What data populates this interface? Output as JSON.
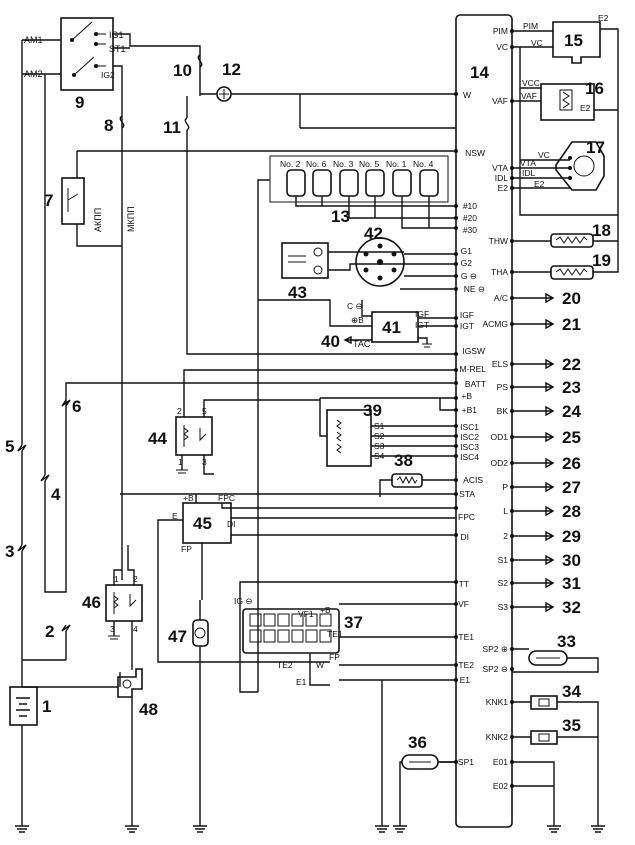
{
  "relay_am": {
    "am1": "AM1",
    "am2": "AM2",
    "ig1": "IG1",
    "st1": "ST1",
    "ig2": "IG2"
  },
  "callouts": {
    "n1": "1",
    "n2": "2",
    "n3": "3",
    "n4": "4",
    "n5": "5",
    "n6": "6",
    "n7": "7",
    "n8": "8",
    "n9": "9",
    "n10": "10",
    "n11": "11",
    "n12": "12",
    "n13": "13",
    "n14": "14",
    "n15": "15",
    "n16": "16",
    "n17": "17",
    "n18": "18",
    "n19": "19",
    "n20": "20",
    "n21": "21",
    "n22": "22",
    "n23": "23",
    "n24": "24",
    "n25": "25",
    "n26": "26",
    "n27": "27",
    "n28": "28",
    "n29": "29",
    "n30": "30",
    "n31": "31",
    "n32": "32",
    "n33": "33",
    "n34": "34",
    "n35": "35",
    "n36": "36",
    "n37": "37",
    "n38": "38",
    "n39": "39",
    "n40": "40",
    "n41": "41",
    "n42": "42",
    "n43": "43",
    "n44": "44",
    "n45": "45",
    "n46": "46",
    "n47": "47",
    "n48": "48"
  },
  "transmission": {
    "akpp": "АКПП",
    "mkpp": "МКПП"
  },
  "injectors": [
    "No. 2",
    "No. 6",
    "No. 3",
    "No. 5",
    "No. 1",
    "No. 4"
  ],
  "ecu_left_pins": [
    "W",
    "NSW",
    "#10",
    "#20",
    "#30",
    "G1",
    "G2",
    "G ⊖",
    "NE ⊖",
    "IGF",
    "IGT",
    "IGSW",
    "M-REL",
    "BATT",
    "+B",
    "+B1",
    "ISC1",
    "ISC2",
    "ISC3",
    "ISC4",
    "ACIS",
    "STA",
    "FPC",
    "DI",
    "TT",
    "VF",
    "TE1",
    "TE2",
    "E1",
    "SP1"
  ],
  "ecu_right_pins": [
    "PIM",
    "VC",
    "VAF",
    "VTA",
    "IDL",
    "E2",
    "THW",
    "THA",
    "A/C",
    "ACMG",
    "ELS",
    "PS",
    "BK",
    "OD1",
    "OD2",
    "P",
    "L",
    "2",
    "S1",
    "S2",
    "S3",
    "SP2 ⊕",
    "SP2 ⊖",
    "KNK1",
    "KNK2",
    "E01",
    "E02"
  ],
  "map_sensor": {
    "pim": "PIM",
    "vc": "VC",
    "e2": "E2"
  },
  "afm": {
    "vcc": "VCC",
    "vaf": "VAF",
    "e2": "E2"
  },
  "tps": {
    "vc": "VC",
    "vta": "VTA",
    "idl": "IDL",
    "e2": "E2"
  },
  "igniter": {
    "igf": "IGF",
    "igt": "IGT",
    "c": "C ⊖",
    "b": "⊕B",
    "tac": "TAC"
  },
  "isc": [
    "S1",
    "S2",
    "S3",
    "S4"
  ],
  "relay44": {
    "p1": "1",
    "p2": "2",
    "p3": "3",
    "p5": "5"
  },
  "relay45": {
    "b": "+B",
    "fpc": "FPC",
    "e": "E",
    "di": "DI",
    "fp": "FP"
  },
  "relay46": {
    "p1": "1",
    "p2": "2",
    "p3": "3",
    "p4": "4"
  },
  "diag37": {
    "ig": "IG ⊖",
    "vf1": "VF1",
    "b": "+B",
    "te1": "TE1",
    "te2": "TE2",
    "w": "W",
    "fp": "FP",
    "e1": "E1"
  }
}
